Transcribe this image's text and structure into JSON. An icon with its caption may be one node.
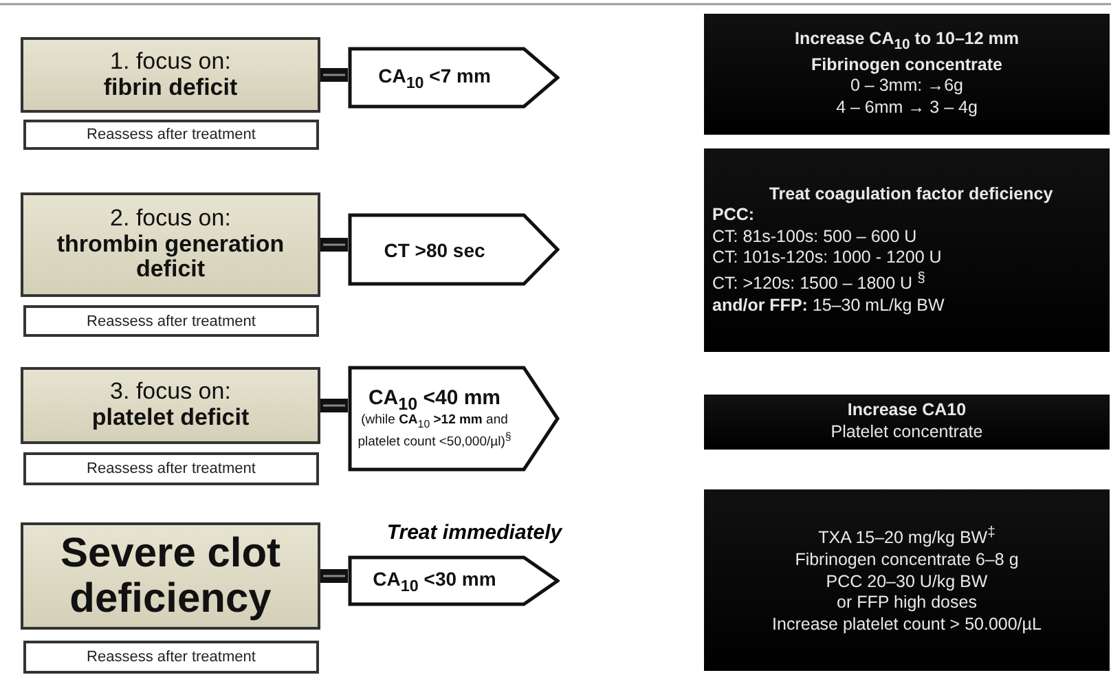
{
  "diagram": {
    "nodes": [
      {
        "text": [
          "1. focus on:",
          "fibrin deficit"
        ]
      },
      {
        "text": [
          "Reassess after treatment"
        ]
      },
      {
        "text": [
          "CA$_{10}$ <7 mm"
        ]
      },
      {
        "text": [
          "Increase CA$_{10}$ to 10–12 mm",
          "Fibrinogen concentrate",
          "0 – 3mm: →6g",
          "4 – 6mm → 3 – 4g"
        ]
      },
      {
        "text": [
          "2. focus on:",
          "thrombin generation deficit"
        ]
      },
      {
        "text": [
          "Reassess after treatment"
        ]
      },
      {
        "text": [
          "CT >80 sec"
        ]
      },
      {
        "text": [
          "Treat coagulation factor deficiency",
          "PCC:",
          "CT: 81s-100s: 500 – 600 U",
          "CT: 101s-120s: 1000 - 1200 U",
          "CT: >120s: 1500 – 1800 U $^{§}$",
          "**and/or FFP:** 15–30 mL/kg BW"
        ]
      },
      {
        "text": [
          "3. focus on:",
          "platelet deficit"
        ]
      },
      {
        "text": [
          "Reassess after treatment"
        ]
      },
      {
        "text": [
          "CA$_{10}$ <40 mm",
          "(while **CA**$_{10}$ **>12 mm** and platelet count <50,000/µl)$^{§}$"
        ]
      },
      {
        "text": [
          "Increase CA10",
          "Platelet concentrate"
        ]
      },
      {
        "text": [
          "Severe clot deficiency"
        ]
      },
      {
        "text": [
          "Reassess after treatment"
        ]
      },
      {
        "text": [
          "CA$_{10}$ <30 mm"
        ],
        "beside": [
          "Treat immediately"
        ]
      },
      {
        "text": [
          "TXA 15–20 mg/kg BW$^{‡}$",
          "Fibrinogen concentrate 6–8 g",
          "PCC 20–30 U/kg BW",
          "or FFP high doses",
          "Increase platelet count > 50.000/µL"
        ]
      }
    ],
    "edges": [
      {
        "from": 0,
        "to": 2,
        "arrow": "none"
      },
      {
        "from": 4,
        "to": 6,
        "arrow": "none"
      },
      {
        "from": 8,
        "to": 10,
        "arrow": "none"
      },
      {
        "from": 12,
        "to": 14,
        "arrow": "none"
      }
    ]
  }
}
